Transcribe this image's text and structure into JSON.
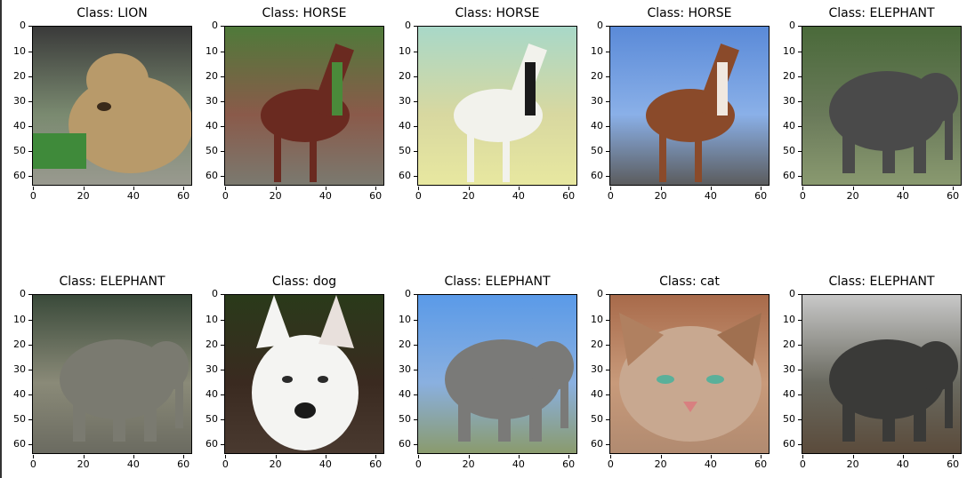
{
  "panels": [
    {
      "title": "Class: LION",
      "subject": "lion",
      "colors": {
        "top": "#3a3a3a",
        "mid": "#7a8a70",
        "bot": "#9a9a90",
        "subj": "#b89a6a",
        "accent": "#3f8a3a"
      }
    },
    {
      "title": "Class: HORSE",
      "subject": "horse",
      "colors": {
        "top": "#4f7a3a",
        "mid": "#8a5a4a",
        "bot": "#7a7a70",
        "subj": "#6a2a20",
        "accent": "#4a8a3a"
      }
    },
    {
      "title": "Class: HORSE",
      "subject": "horse",
      "colors": {
        "top": "#a8d8c8",
        "mid": "#d8d8a0",
        "bot": "#e8e8a0",
        "subj": "#f2f2ec",
        "accent": "#1a1a1a"
      }
    },
    {
      "title": "Class: HORSE",
      "subject": "horse",
      "colors": {
        "top": "#5a8ad8",
        "mid": "#8ab0e8",
        "bot": "#5a5a5a",
        "subj": "#8a4a2a",
        "accent": "#f0e8e0"
      }
    },
    {
      "title": "Class: ELEPHANT",
      "subject": "elephant",
      "colors": {
        "top": "#4a6a3a",
        "mid": "#6a7a5a",
        "bot": "#8a9a70",
        "subj": "#4a4a4a",
        "accent": "#9ab07a"
      }
    },
    {
      "title": "Class: ELEPHANT",
      "subject": "elephant",
      "colors": {
        "top": "#3a4a3a",
        "mid": "#8a8a78",
        "bot": "#6a6a60",
        "subj": "#7a7a70",
        "accent": "#4a3a3a"
      }
    },
    {
      "title": "Class: dog",
      "subject": "dog",
      "colors": {
        "top": "#2a3a1a",
        "mid": "#3a2a20",
        "bot": "#4a3a30",
        "subj": "#f4f4f2",
        "accent": "#2a2a2a"
      }
    },
    {
      "title": "Class: ELEPHANT",
      "subject": "elephant",
      "colors": {
        "top": "#5a9ae8",
        "mid": "#8ab0e0",
        "bot": "#8a9a6a",
        "subj": "#7a7a78",
        "accent": "#b0b0a0"
      }
    },
    {
      "title": "Class: cat",
      "subject": "cat",
      "colors": {
        "top": "#a86a4a",
        "mid": "#c89a7a",
        "bot": "#b08a70",
        "subj": "#c8a890",
        "accent": "#5ab09a"
      }
    },
    {
      "title": "Class: ELEPHANT",
      "subject": "elephant",
      "colors": {
        "top": "#c8c8c8",
        "mid": "#6a6a60",
        "bot": "#5a4a3a",
        "subj": "#3a3a38",
        "accent": "#8a8a80"
      }
    }
  ],
  "axes": {
    "yticks": [
      "0",
      "10",
      "20",
      "30",
      "40",
      "50",
      "60"
    ],
    "xticks": [
      "0",
      "20",
      "40",
      "60"
    ]
  }
}
